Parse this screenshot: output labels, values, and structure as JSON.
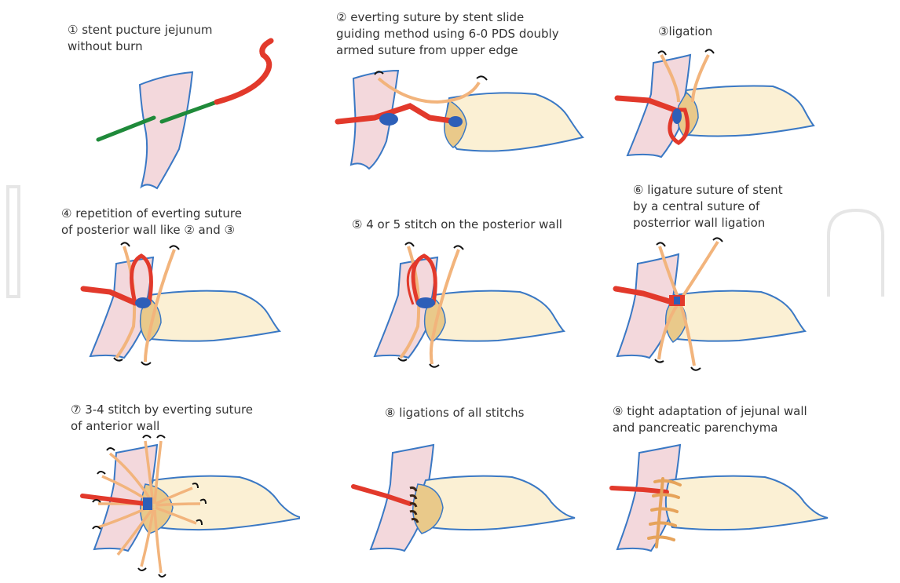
{
  "colors": {
    "jejunum_fill": "#f3d8dc",
    "pancreas_fill": "#fbf0d4",
    "outline": "#3a78c4",
    "stent": "#e2392b",
    "stent_inner": "#2d5fb8",
    "needle": "#1f8a3a",
    "suture": "#f2b47c",
    "anastomosis": "#e9c98a"
  },
  "panels": [
    {
      "id": "1",
      "caption": "① stent pucture jejunum\nwithout burn"
    },
    {
      "id": "2",
      "caption": "② everting suture by stent slide\nguiding method using 6-0 PDS doubly\narmed suture from upper edge"
    },
    {
      "id": "3",
      "caption": "③ligation"
    },
    {
      "id": "4",
      "caption": "④ repetition of everting suture\nof posterior wall like ② and ③"
    },
    {
      "id": "5",
      "caption": "⑤ 4 or 5 stitch on the posterior wall"
    },
    {
      "id": "6",
      "caption": "⑥ ligature suture of stent\nby a central suture of\nposterrior wall ligation"
    },
    {
      "id": "7",
      "caption": "⑦ 3-4 stitch by everting suture\nof anterior wall"
    },
    {
      "id": "8",
      "caption": "⑧ ligations of all stitchs"
    },
    {
      "id": "9",
      "caption": "⑨ tight adaptation of jejunal wall\nand pancreatic parenchyma"
    }
  ]
}
